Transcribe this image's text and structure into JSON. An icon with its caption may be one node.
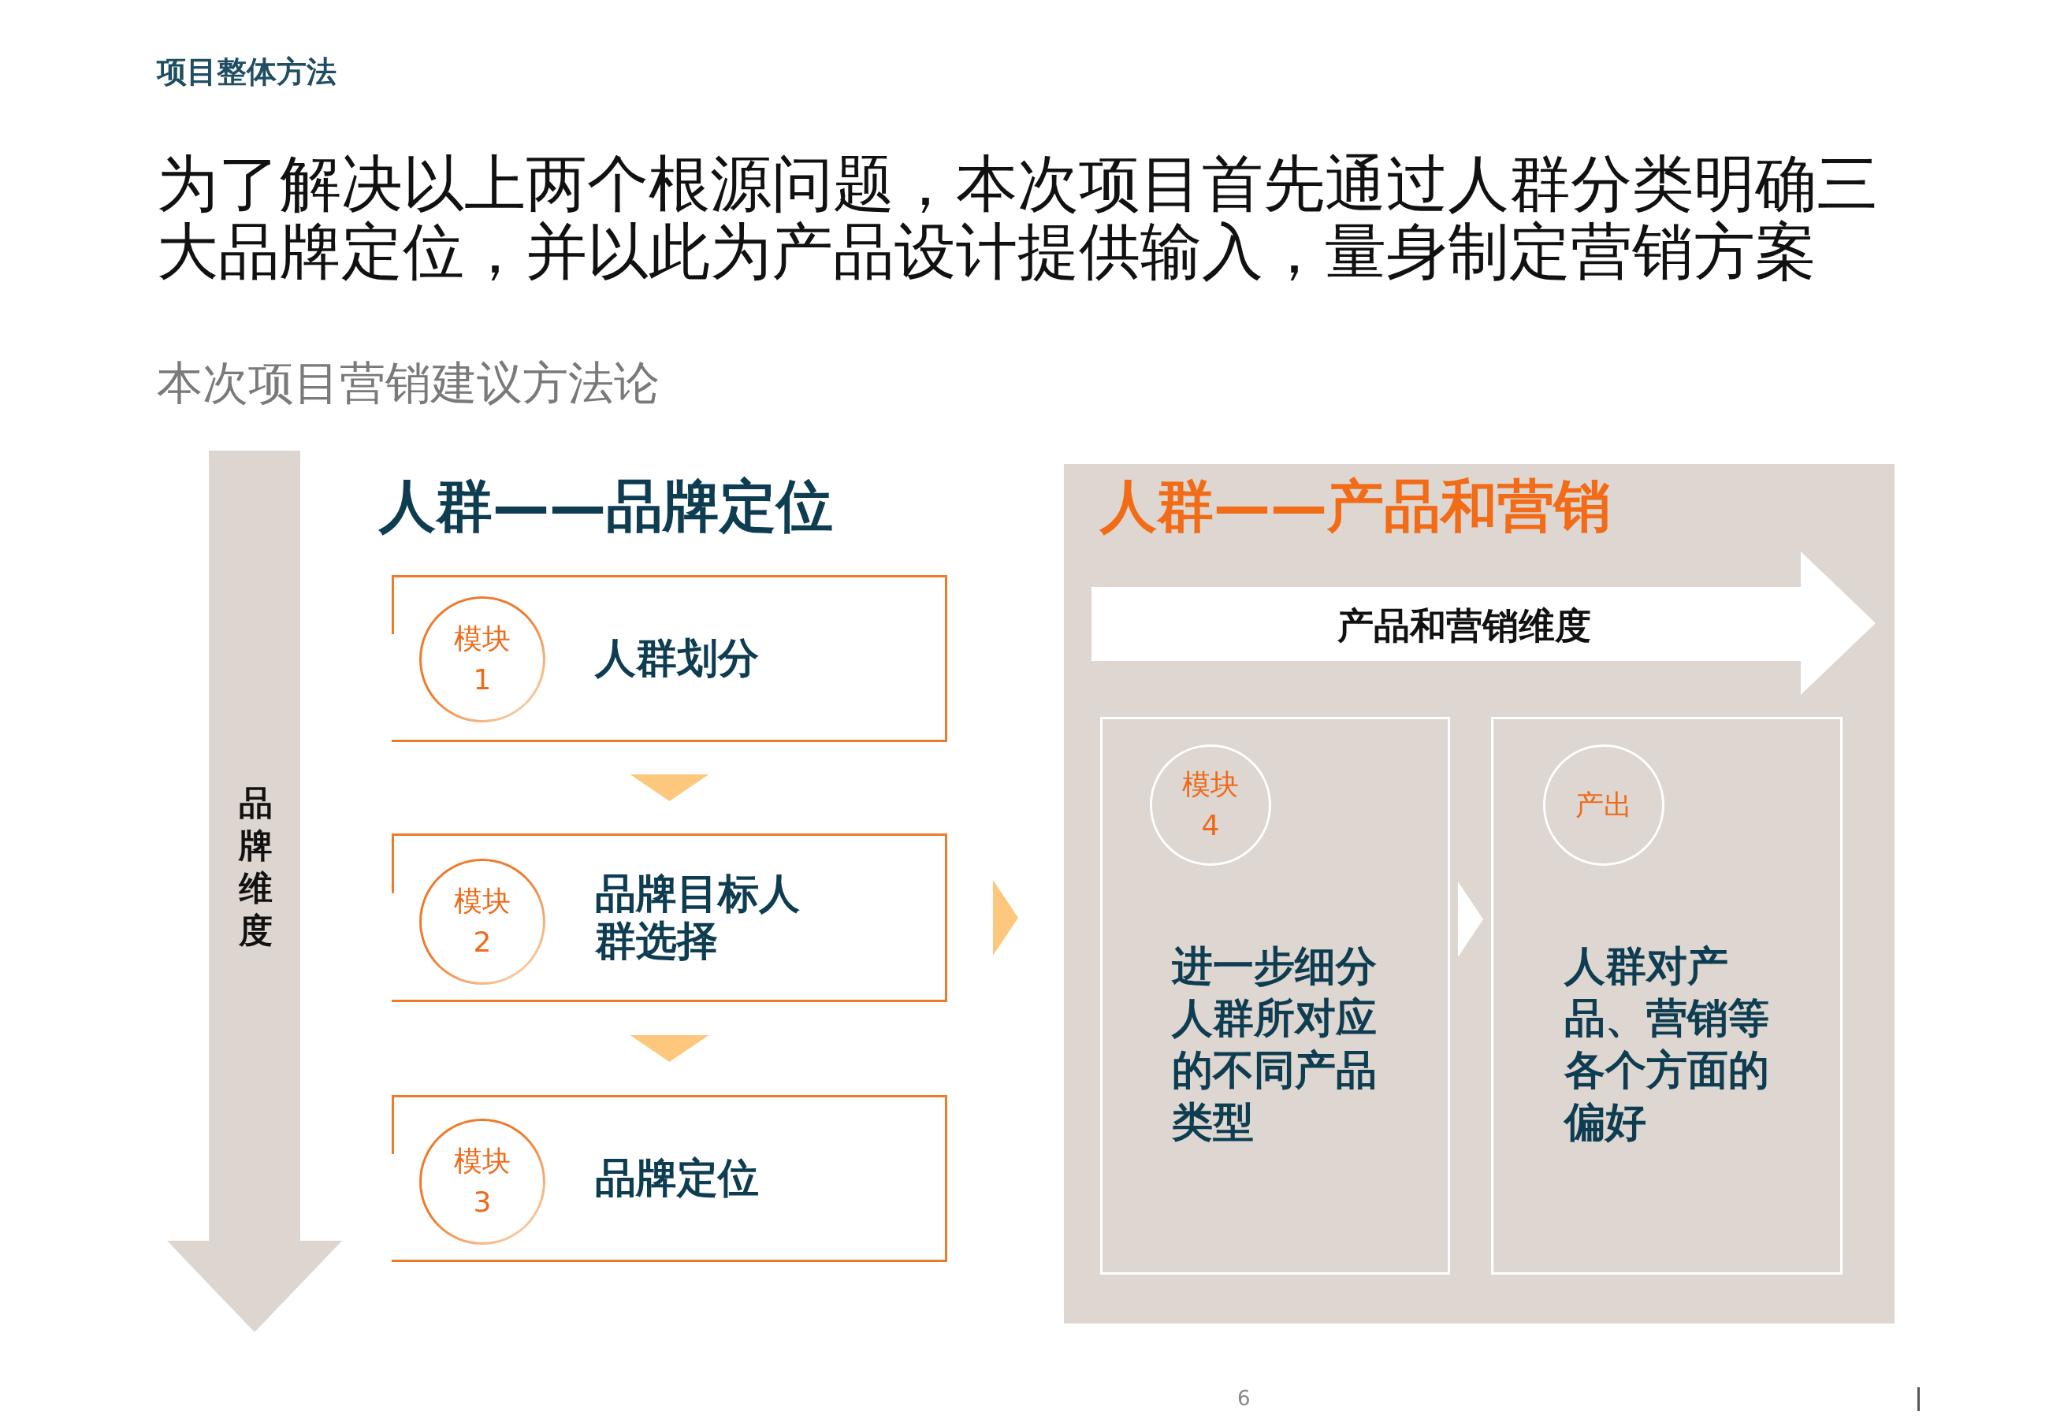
{
  "diagram": {
    "title": "为了解决以上两个根源问题，本次项目首先通过人群分类明确三大品牌定位，并以此为产品设计提供输入，量身制定营销方案",
    "nodes": [
      {
        "text": [
          "人群划分"
        ]
      },
      {
        "text": [
          "模块 1"
        ],
        "in": 0
      },
      {
        "text": [
          "品牌目标人群选择"
        ]
      },
      {
        "text": [
          "模块 2"
        ],
        "in": 2
      },
      {
        "text": [
          "品牌定位"
        ]
      },
      {
        "text": [
          "模块 3"
        ],
        "in": 4
      },
      {
        "text": [
          "人群——产品和营销"
        ]
      },
      {
        "text": [
          "产品和营销维度"
        ],
        "in": 6
      },
      {
        "text": [
          "进一步细分人群所对应的不同产品类型"
        ],
        "in": 6
      },
      {
        "text": [
          "模块 4"
        ],
        "in": 8
      },
      {
        "text": [
          "人群对产品、营销等各个方面的偏好"
        ],
        "in": 6
      },
      {
        "text": [
          "产出"
        ],
        "in": 10
      },
      {
        "text": [
          "品牌维度"
        ]
      }
    ],
    "edges": [
      {
        "from": 0,
        "to": 2,
        "arrow": "to",
        "color": "#fdc87d"
      },
      {
        "from": 2,
        "to": 4,
        "arrow": "to",
        "color": "#fdc87d"
      },
      {
        "from": 2,
        "to": 6,
        "arrow": "to",
        "color": "#fdc87d"
      },
      {
        "from": 8,
        "to": 10,
        "arrow": "to",
        "color": "#ffffff"
      }
    ],
    "labels": [
      "项目整体方法",
      "本次项目营销建议方法论",
      "人群——品牌定位",
      "6"
    ]
  }
}
